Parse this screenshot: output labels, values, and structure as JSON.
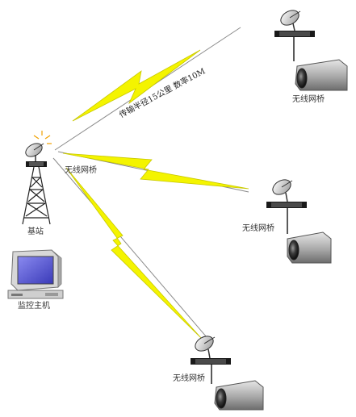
{
  "labels": {
    "link_spec": "传输半径15公里 数率10M",
    "bridge_top": "无线网桥",
    "bridge_base": "无线网桥",
    "bridge_mid": "无线网桥",
    "bridge_bottom": "无线网桥",
    "base_station": "基站",
    "monitor_host": "监控主机"
  },
  "colors": {
    "lightning": "#f4f400",
    "lightning_outline": "#c8c800",
    "link_line": "#8a8a8a",
    "device_dark": "#1a1a1a",
    "camera_body": "#b0b0b0",
    "monitor_screen": "#5b5bd6"
  }
}
